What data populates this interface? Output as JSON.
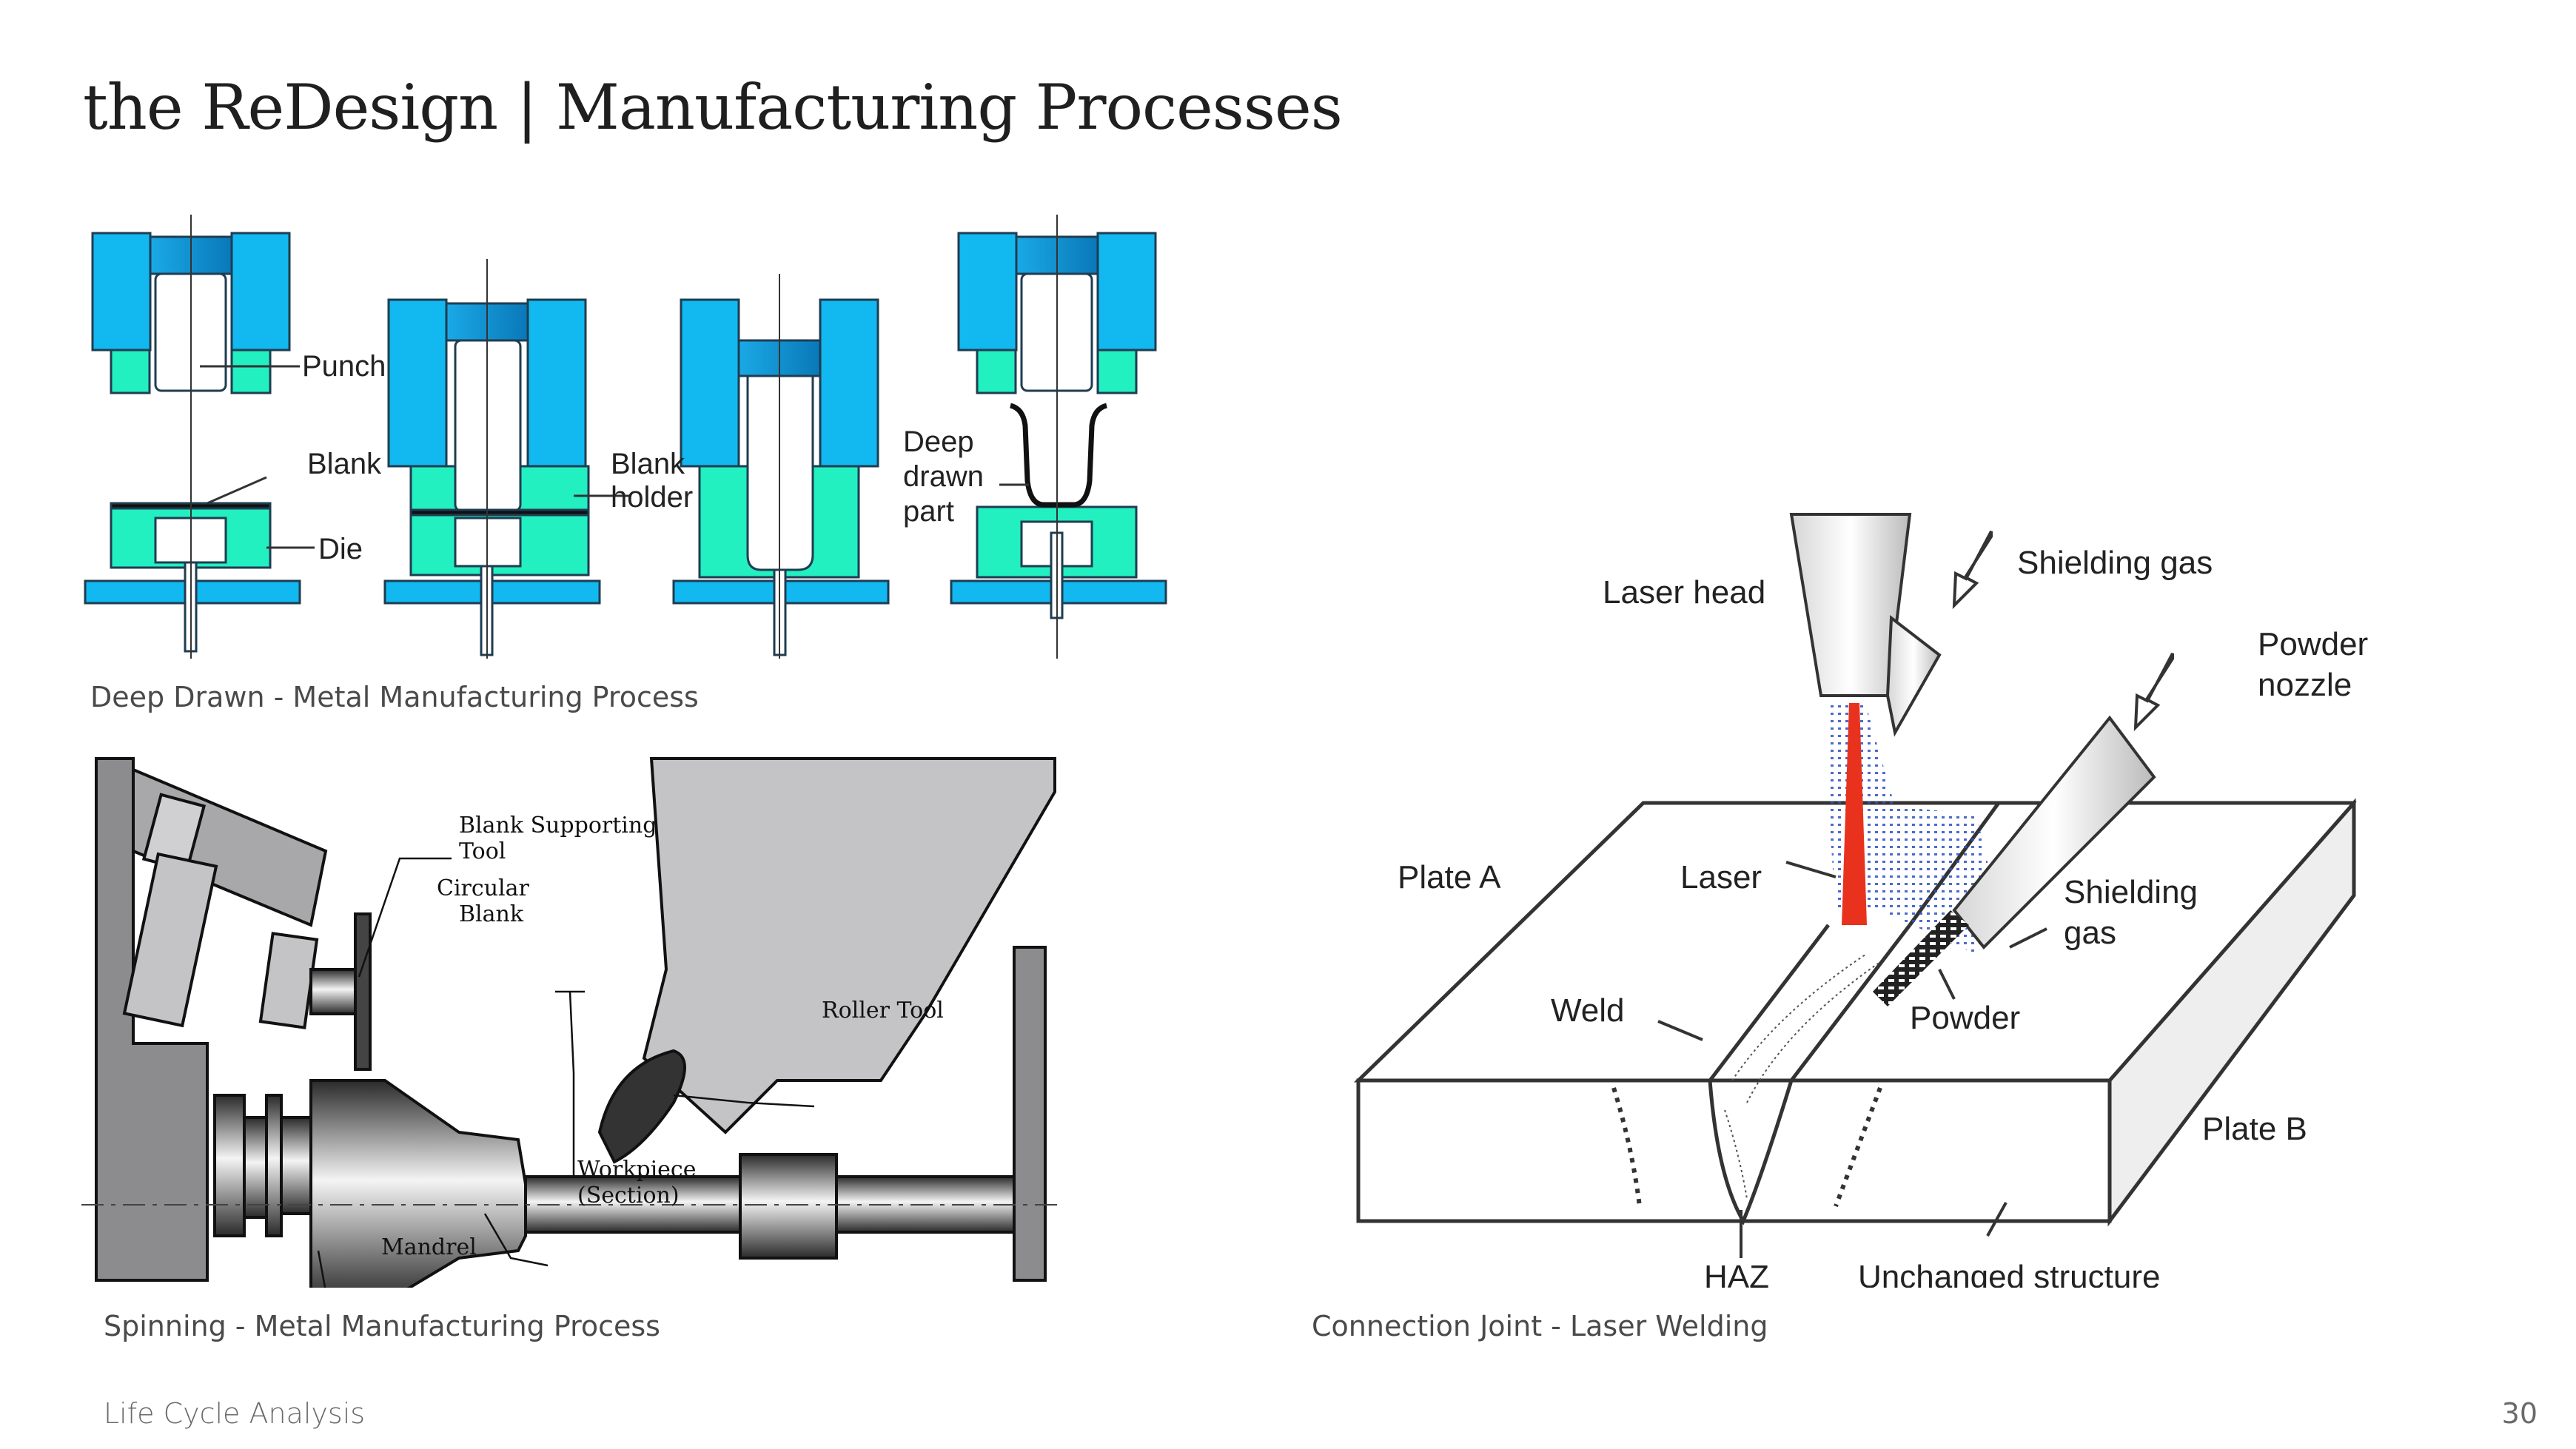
{
  "slide": {
    "title_prefix": "the ",
    "title_main": "ReDesign | Manufacturing Processes",
    "footer_left": "Life Cycle Analysis",
    "page_number": "30"
  },
  "figures": {
    "deep_drawing": {
      "caption": "Deep Drawn - Metal Manufacturing Process",
      "labels": {
        "punch": "Punch",
        "blank": "Blank",
        "die": "Die",
        "blank_holder_1": "Blank",
        "blank_holder_2": "holder",
        "deep_drawn_1": "Deep",
        "deep_drawn_2": "drawn",
        "deep_drawn_3": "part"
      },
      "colors": {
        "die_blue": "#12b8f0",
        "holder_green": "#22f0c0",
        "punch_dark": "#0a88c8",
        "outline": "#1a3a4a"
      }
    },
    "spinning": {
      "caption": "Spinning - Metal Manufacturing Process",
      "labels": {
        "blank_supporting_1": "Blank Supporting",
        "blank_supporting_2": "Tool",
        "circular_blank_1": "Circular",
        "circular_blank_2": "Blank",
        "roller_tool": "Roller Tool",
        "workpiece_1": "Workpiece",
        "workpiece_2": "(Section)",
        "mandrel": "Mandrel"
      },
      "colors": {
        "frame_gray": "#8c8c8e",
        "light_gray": "#c4c4c6",
        "dark": "#333333"
      }
    },
    "laser_welding": {
      "caption": "Connection Joint - Laser Welding",
      "labels": {
        "laser_head": "Laser head",
        "shielding_gas_top": "Shielding gas",
        "powder_nozzle_1": "Powder",
        "powder_nozzle_2": "nozzle",
        "plate_a": "Plate A",
        "laser": "Laser",
        "shielding_gas_1": "Shielding",
        "shielding_gas_2": "gas",
        "weld": "Weld",
        "powder": "Powder",
        "plate_b": "Plate B",
        "haz": "HAZ",
        "unchanged": "Unchanged structure"
      },
      "colors": {
        "laser_red": "#e8321e",
        "gas_blue": "#2b4fc4",
        "outline": "#333333"
      }
    }
  }
}
